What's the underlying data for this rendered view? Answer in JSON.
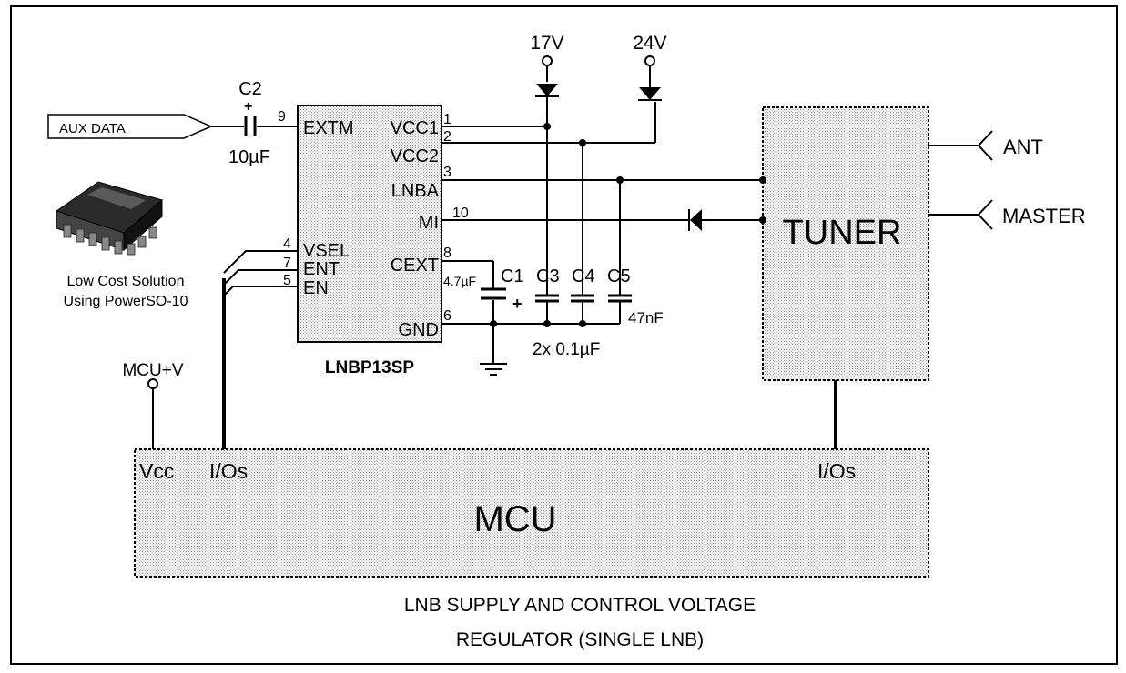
{
  "chip": {
    "name": "LNBP13SP",
    "pins_left": {
      "extm": "EXTM",
      "vsel": "VSEL",
      "ent": "ENT",
      "en": "EN"
    },
    "pins_right": {
      "vcc1": "VCC1",
      "vcc2": "VCC2",
      "lnba": "LNBA",
      "mi": "MI",
      "cext": "CEXT",
      "gnd": "GND"
    },
    "pin_numbers": {
      "extm": "9",
      "vsel": "4",
      "ent": "7",
      "en": "5",
      "vcc1": "1",
      "vcc2": "2",
      "lnba": "3",
      "mi": "10",
      "cext": "8",
      "gnd": "6"
    }
  },
  "aux_data": "AUX DATA",
  "c2": {
    "name": "C2",
    "value": "10µF"
  },
  "supplies": {
    "v17": "17V",
    "v24": "24V",
    "mcu_v": "MCU+V"
  },
  "caps": {
    "c1": "C1",
    "c1_value": "4.7µF",
    "c3": "C3",
    "c4": "C4",
    "c5": "C5",
    "c5_value": "47nF",
    "c3c4_value": "2x 0.1µF"
  },
  "package": {
    "line1": "Low Cost Solution",
    "line2": "Using PowerSO-10"
  },
  "tuner": {
    "label": "TUNER",
    "ant": "ANT",
    "master": "MASTER",
    "ios": "I/Os"
  },
  "mcu": {
    "label": "MCU",
    "vcc": "Vcc",
    "ios": "I/Os"
  },
  "caption": {
    "line1": "LNB SUPPLY AND CONTROL VOLTAGE",
    "line2": "REGULATOR (SINGLE  LNB)"
  }
}
